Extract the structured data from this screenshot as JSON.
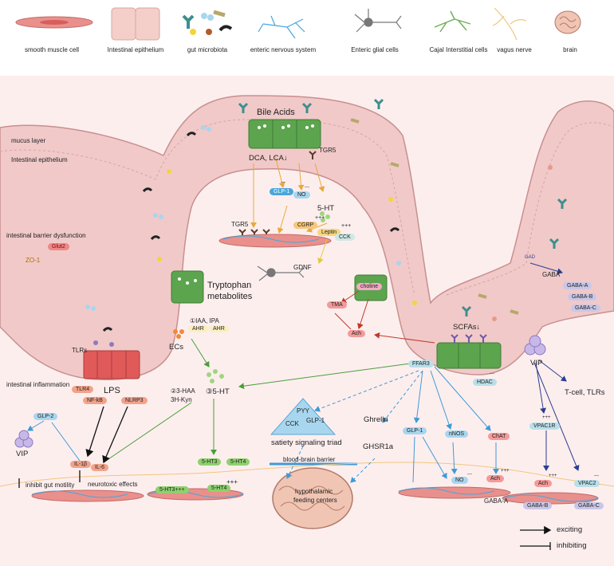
{
  "legend": {
    "smooth_muscle": "smooth muscle cell",
    "epithelium": "Intestinal epithelium",
    "microbiota": "gut microbiota",
    "ens": "enteric nervous system",
    "glial": "Enteric glial cells",
    "cajal": "Cajal Interstitial cells",
    "vagus": "vagus nerve",
    "brain": "brain"
  },
  "regions": {
    "mucus": "mucus layer",
    "epithelium": "Intestinal epithelium",
    "barrier": "intestinal barrier dysfunction",
    "inflammation": "intestinal inflammation"
  },
  "left": {
    "glut2": "Glut2",
    "zo1": "ZO-1",
    "tlrs": "TLRs",
    "lps": "LPS",
    "tlr4": "TLR4",
    "nfkb": "NF-kB",
    "nlrp3": "NLRP3",
    "glp2": "GLP-2",
    "vip": "VIP",
    "il1b": "IL-1β",
    "il6": "IL-6",
    "inhibit_motility": "inhibit gut motility",
    "neurotoxic": "neurotoxic effects"
  },
  "tryptophan": {
    "title_1": "Tryptophan",
    "title_2": "metabolites",
    "iaa": "①IAA, IPA",
    "ahr1": "AHR",
    "ahr2": "AHR",
    "ecs": "ECs",
    "haa_1": "②3-HAA",
    "haa_2": "3H-Kyn",
    "ht": "③5-HT",
    "ht3": "5-HT3",
    "ht4": "5-HT4",
    "ht3_muscle": "5-HT3+++",
    "ht4_muscle": "5-HT4",
    "ht4_plus": "+++"
  },
  "bile": {
    "title": "Bile Acids",
    "dca": "DCA, LCA↓",
    "tgr5": "TGR5",
    "glp1": "GLP-1",
    "glp1_sup": "---",
    "no": "NO",
    "no_sup": "---",
    "ht": "5-HT",
    "tgr5_muscle": "TGR5",
    "cgrp": "CGRP",
    "cgrp_sup": "+++",
    "leptin": "Leptin",
    "leptin_sup": "+++",
    "cck": "CCK",
    "gdnf": "GDNF"
  },
  "center": {
    "choline": "choline",
    "tma": "TMA",
    "ach": "Ach",
    "pyy": "PYY",
    "cck": "CCK",
    "glp1": "GLP-1",
    "satiety": "satiety signaling triad",
    "ghrelin": "Ghrelin",
    "ghsr": "GHSR1a",
    "bbb": "blood-brain barrier",
    "hypo_1": "hypothalamic",
    "hypo_2": "feeding centers"
  },
  "right": {
    "ffar3": "FFAR3",
    "scfas": "SCFAs↓",
    "hdac": "HDAC",
    "hdac_sup": "---",
    "glp1": "GLP-1",
    "nnos": "nNOS",
    "chat": "ChAT",
    "no": "NO",
    "no_sup": "---",
    "ach": "Ach",
    "ach_sup": "+++",
    "gaba_a_muscle": "GABA-A",
    "gad": "GAD",
    "gaba": "GABA",
    "gaba_a": "GABA-A",
    "gaba_b": "GABA-B",
    "gaba_c": "GABA-C",
    "vip": "VIP",
    "tcell": "T-cell, TLRs",
    "vpac1r": "VPAC1R",
    "vpac1r_sup": "+++",
    "ach2": "Ach",
    "ach2_sup": "+++",
    "vpac2": "VPAC2",
    "vpac2_sup": "---",
    "gaba_b_muscle": "GABA-B",
    "gaba_c_muscle": "GABA-C"
  },
  "key": {
    "exciting": "exciting",
    "inhibiting": "inhibiting"
  },
  "colors": {
    "tissue": "#f1c9c9",
    "tissue_edge": "#c88f8f",
    "background": "#fdeeee",
    "green_cell": "#5da44f",
    "blue_arrow": "#3f9ad6",
    "navy_arrow": "#2a3f8f",
    "orange_arrow": "#e8a93a",
    "red_arrow": "#c0392b",
    "green_arrow": "#4a9e3a",
    "gaba_pill": "#c9c7e8"
  }
}
